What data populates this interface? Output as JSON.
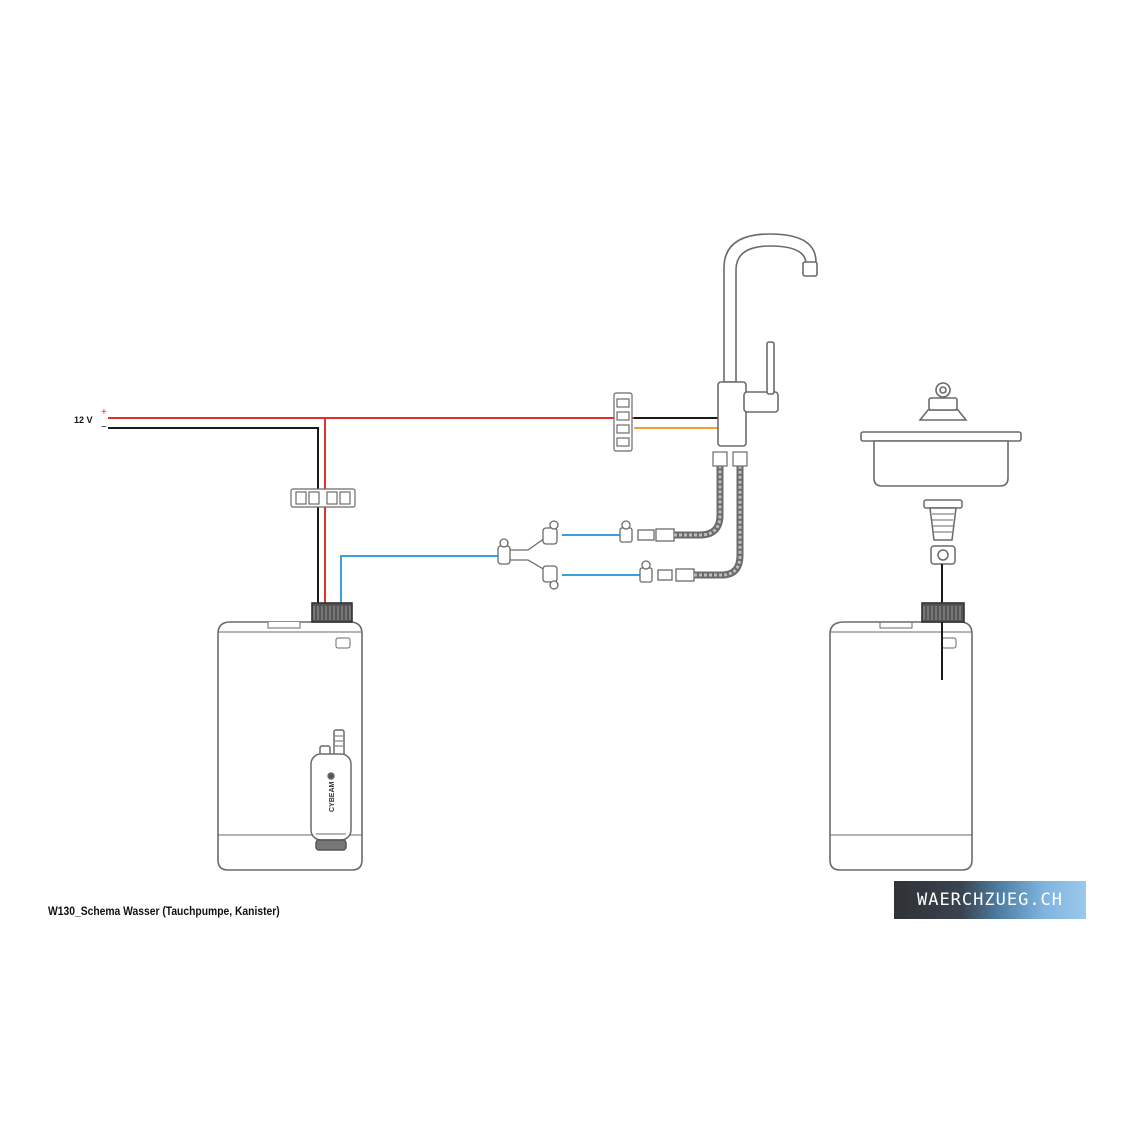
{
  "power": {
    "voltage_label": "12 V",
    "plus": "+",
    "minus": "−"
  },
  "pump": {
    "brand_label": "CYBEAM"
  },
  "caption": "W130_Schema Wasser (Tauchpumpe, Kanister)",
  "brand": {
    "text": "WAERCHZUEG.CH"
  },
  "colors": {
    "positive_wire": "#e03030",
    "negative_wire": "#1a1a1a",
    "water_line": "#3aa0dc",
    "switch_wire": "#f0a030",
    "outline": "#6a6a6a"
  }
}
